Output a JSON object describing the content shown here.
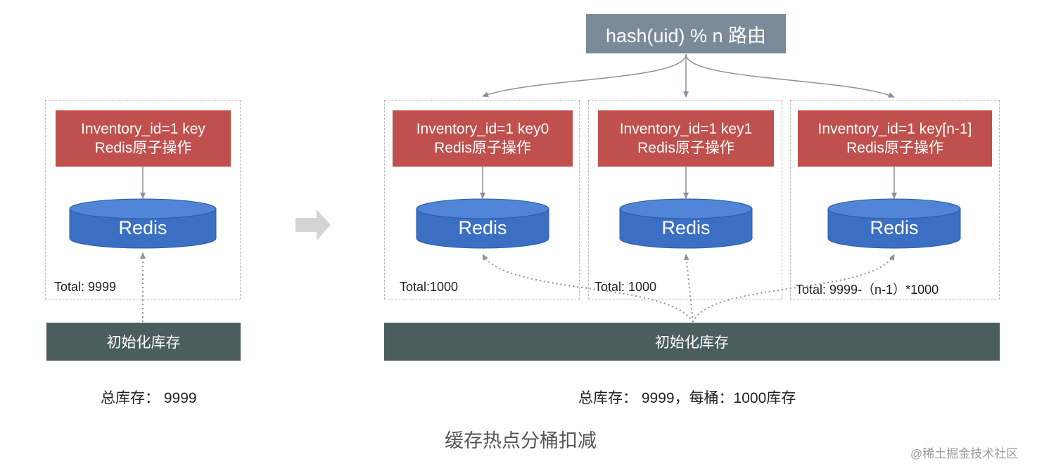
{
  "router": {
    "label": "hash(uid) % n 路由"
  },
  "left": {
    "box": {
      "line1": "Inventory_id=1 key",
      "line2": "Redis原子操作"
    },
    "db_label": "Redis",
    "total": "Total: 9999",
    "init_label": "初始化库存",
    "summary": "总库存：  9999"
  },
  "right": {
    "buckets": [
      {
        "line1": "Inventory_id=1 key0",
        "line2": "Redis原子操作",
        "db_label": "Redis",
        "total": "Total:1000"
      },
      {
        "line1": "Inventory_id=1 key1",
        "line2": "Redis原子操作",
        "db_label": "Redis",
        "total": "Total: 1000"
      },
      {
        "line1": "Inventory_id=1 key[n-1]",
        "line2": "Redis原子操作",
        "db_label": "Redis",
        "total": "Total: 9999-（n-1）*1000"
      }
    ],
    "init_label": "初始化库存",
    "summary": "总库存：  9999，每桶：1000库存"
  },
  "caption": "缓存热点分桶扣减",
  "watermark": "@稀土掘金技术社区",
  "colors": {
    "red_box": "#c0504d",
    "redis_blue": "#3a6fc4",
    "init_bar": "#4a5d5f",
    "router": "#7b8a99",
    "arrow_gray": "#d4d4d4"
  }
}
